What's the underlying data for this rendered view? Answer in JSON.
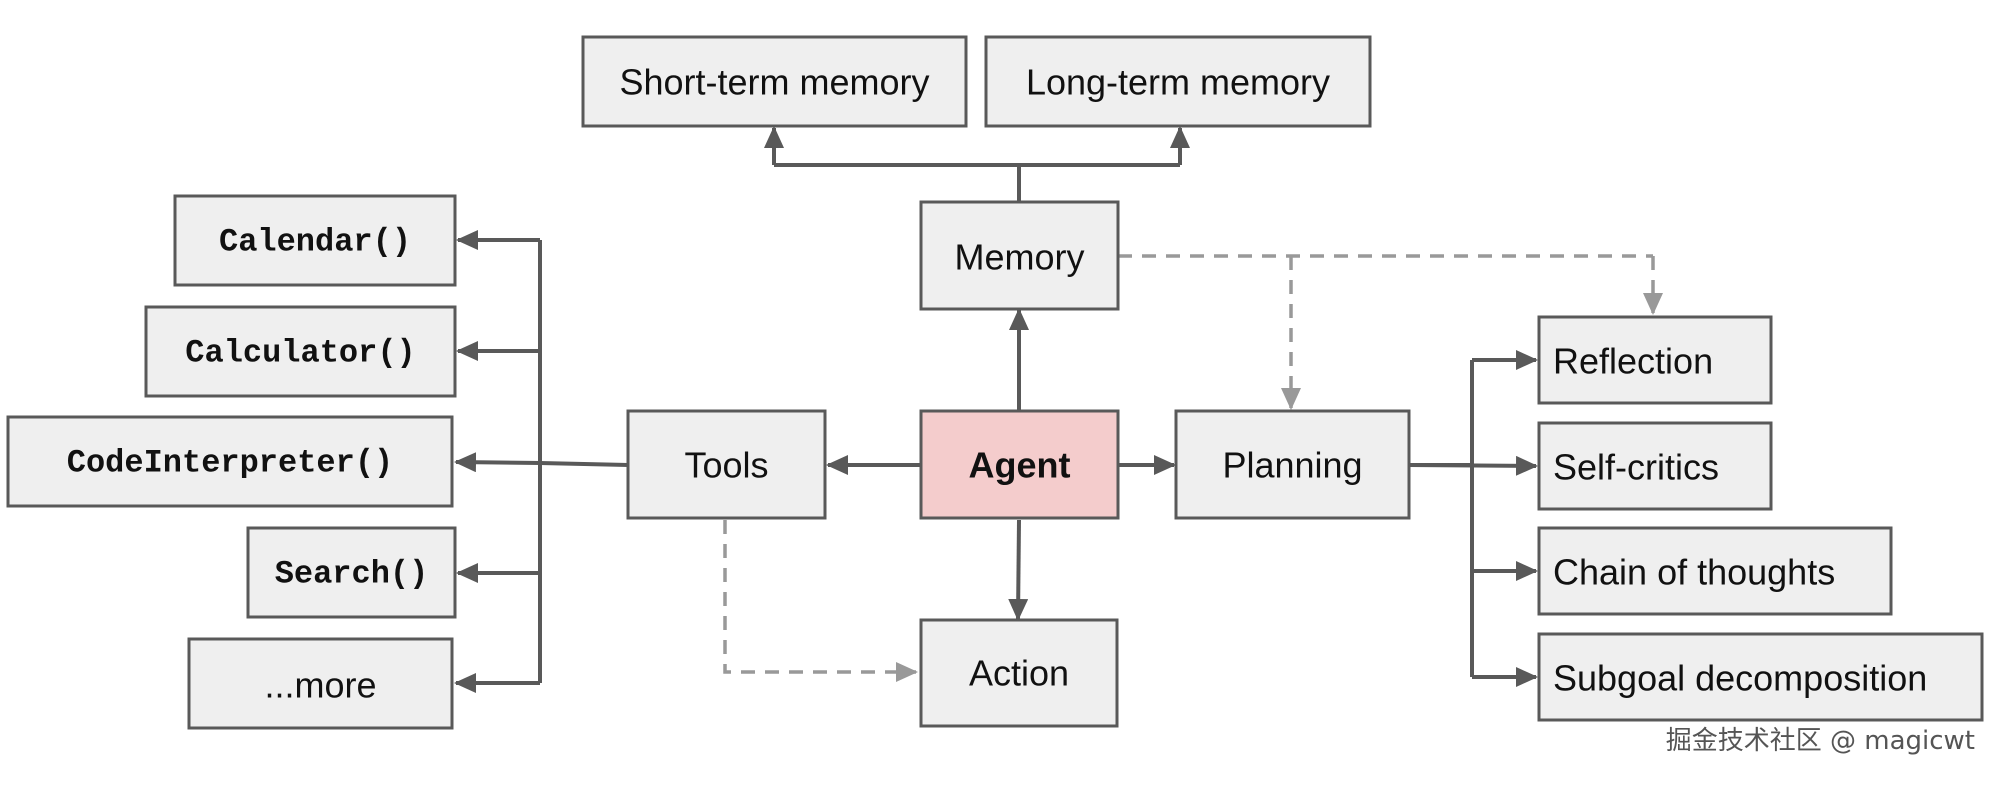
{
  "nodes": {
    "short_term_memory": "Short-term memory",
    "long_term_memory": "Long-term memory",
    "memory": "Memory",
    "calendar": "Calendar()",
    "calculator": "Calculator()",
    "code_interpreter": "CodeInterpreter()",
    "search": "Search()",
    "more": "...more",
    "tools": "Tools",
    "agent": "Agent",
    "action": "Action",
    "planning": "Planning",
    "reflection": "Reflection",
    "self_critics": "Self-critics",
    "chain_of_thoughts": "Chain of thoughts",
    "subgoal_decomposition": "Subgoal decomposition"
  },
  "watermark": "掘金技术社区 @ magicwt",
  "colors": {
    "node_fill": "#efefef",
    "agent_fill": "#f4cccc",
    "border": "#595959",
    "dashed_edge": "#999999"
  }
}
